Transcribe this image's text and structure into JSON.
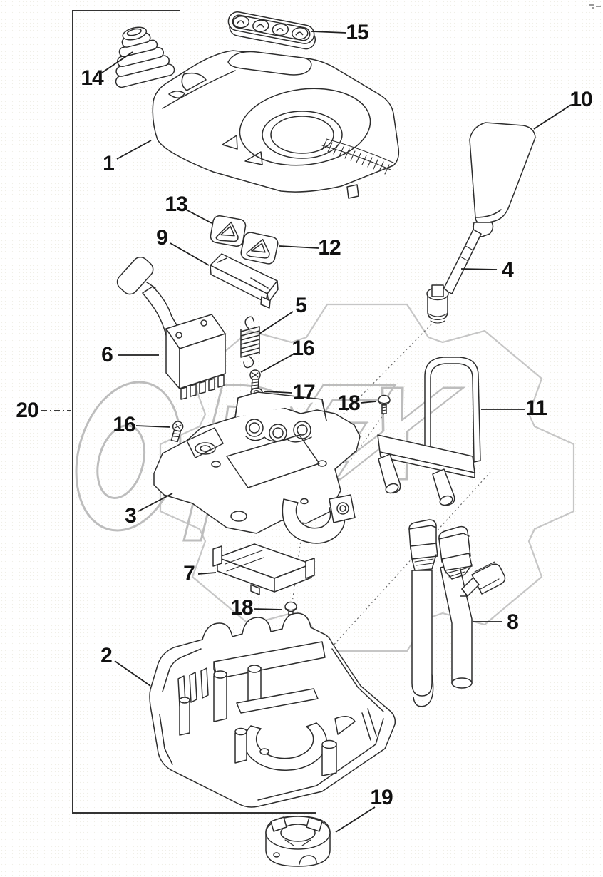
{
  "diagram": {
    "type": "exploded-parts-diagram",
    "subject": "remote control assembly",
    "watermark": {
      "text": "OPEX",
      "letters": [
        "O",
        "P",
        "E",
        "X"
      ]
    },
    "colors": {
      "line": "#2d2d2d",
      "watermark": "#c2c2c2",
      "background": "#ffffff",
      "callout_text": "#111111"
    },
    "callouts": [
      {
        "number": "15",
        "points_to": "decal-plate"
      },
      {
        "number": "14",
        "points_to": "rubber-boot"
      },
      {
        "number": "10",
        "points_to": "control-lever-grip"
      },
      {
        "number": "1",
        "points_to": "top-cover"
      },
      {
        "number": "13",
        "points_to": "button-pad-upper"
      },
      {
        "number": "9",
        "points_to": "switch-module"
      },
      {
        "number": "12",
        "points_to": "button-pad-lower"
      },
      {
        "number": "4",
        "points_to": "lever-shaft"
      },
      {
        "number": "5",
        "points_to": "spring"
      },
      {
        "number": "16",
        "points_to": "screw"
      },
      {
        "number": "6",
        "points_to": "trim-switch"
      },
      {
        "number": "17",
        "points_to": "washer"
      },
      {
        "number": "18",
        "points_to": "screw"
      },
      {
        "number": "11",
        "points_to": "u-bracket"
      },
      {
        "number": "20",
        "points_to": "complete-assembly-bracket"
      },
      {
        "number": "16",
        "points_to": "screw"
      },
      {
        "number": "3",
        "points_to": "chassis-plate"
      },
      {
        "number": "7",
        "points_to": "cover-module"
      },
      {
        "number": "18",
        "points_to": "screw"
      },
      {
        "number": "2",
        "points_to": "bottom-housing"
      },
      {
        "number": "8",
        "points_to": "wiring-harness"
      },
      {
        "number": "19",
        "points_to": "mounting-collar"
      }
    ]
  }
}
